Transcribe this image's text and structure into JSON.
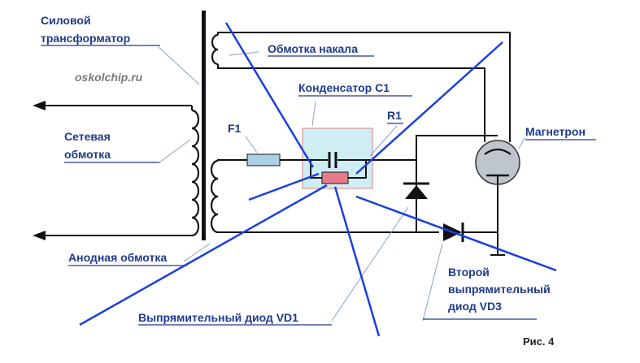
{
  "labels": {
    "power_transformer_1": "Силовой",
    "power_transformer_2": "трансформатор",
    "site": "oskolchip.ru",
    "filament_winding": "Обмотка накала",
    "capacitor": "Конденсатор С1",
    "fuse": "F1",
    "resistor": "R1",
    "magnetron": "Магнетрон",
    "mains_winding_1": "Сетевая",
    "mains_winding_2": "обмотка",
    "anode_winding": "Анодная обмотка",
    "diode_vd1": "Выпрямительный диод  VD1",
    "diode_vd3_1": "Второй",
    "diode_vd3_2": "выпрямительный",
    "diode_vd3_3": "диод  VD3",
    "figure": "Рис. 4"
  },
  "colors": {
    "label": "#1f3a8c",
    "wire": "#111111",
    "annotation_arrow": "#1a3fe0",
    "highlight_fill": "#cfeef3",
    "highlight_border": "#e08080",
    "fuse_fill": "#a9d2e6",
    "resistor_fill": "#e87a8a",
    "magnetron_fill": "#bfc5cc"
  }
}
